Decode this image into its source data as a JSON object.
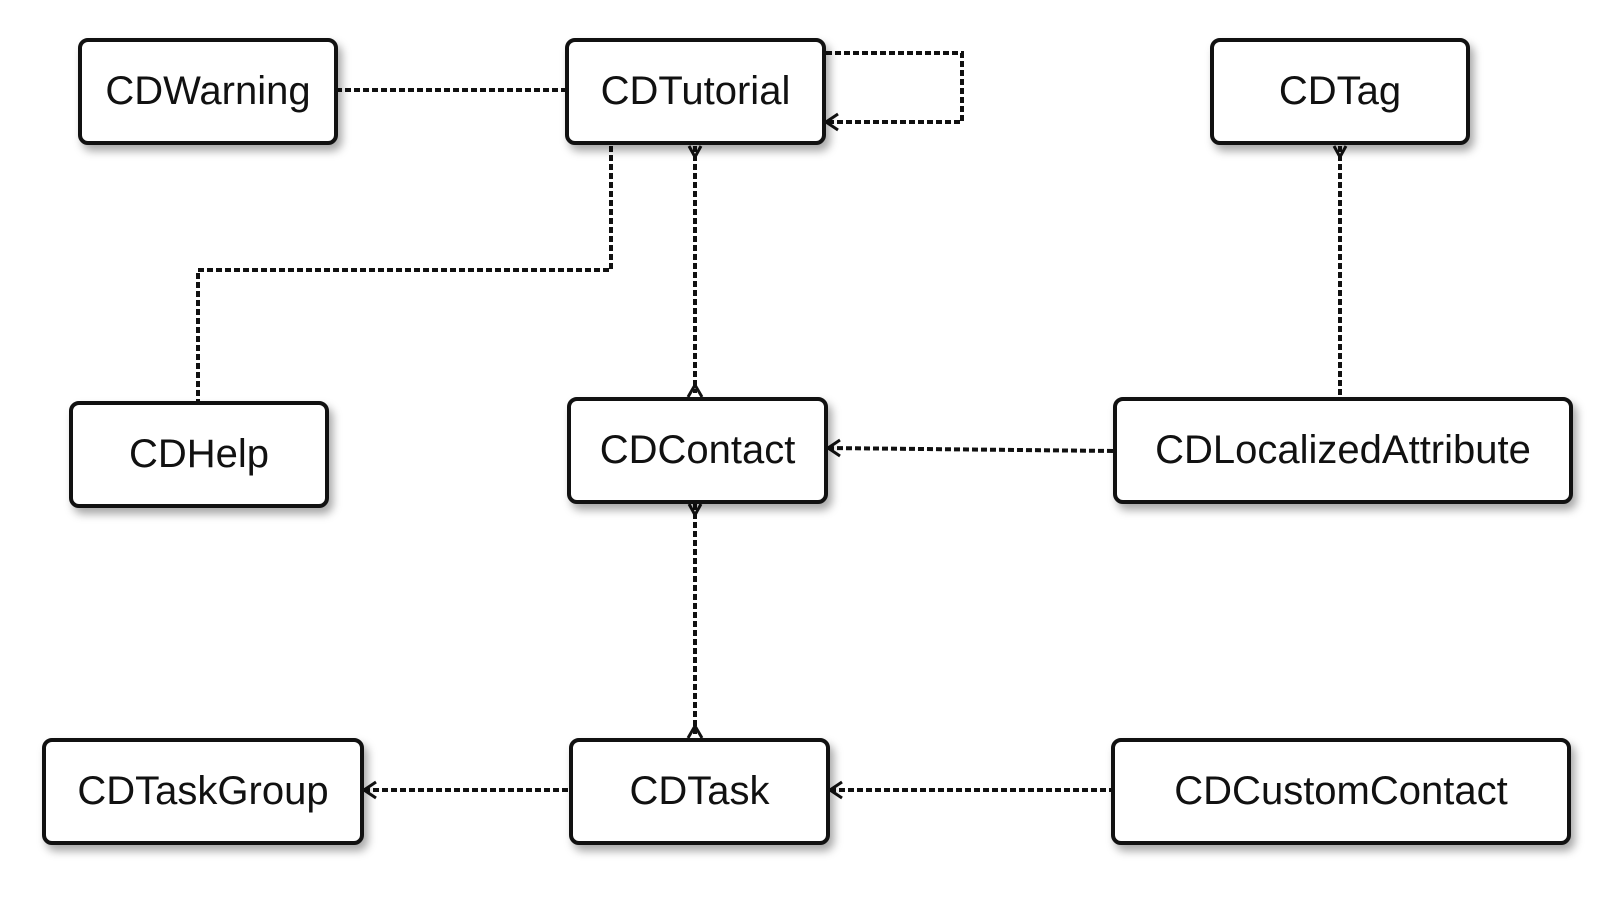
{
  "diagram": {
    "entities": [
      {
        "id": "warning",
        "label": "CDWarning"
      },
      {
        "id": "tutorial",
        "label": "CDTutorial"
      },
      {
        "id": "tag",
        "label": "CDTag"
      },
      {
        "id": "help",
        "label": "CDHelp"
      },
      {
        "id": "contact",
        "label": "CDContact"
      },
      {
        "id": "localized_attribute",
        "label": "CDLocalizedAttribute"
      },
      {
        "id": "task_group",
        "label": "CDTaskGroup"
      },
      {
        "id": "task",
        "label": "CDTask"
      },
      {
        "id": "custom_contact",
        "label": "CDCustomContact"
      }
    ],
    "relationships": [
      {
        "from": "CDWarning",
        "to": "CDTutorial"
      },
      {
        "from": "CDTutorial",
        "to": "CDTutorial"
      },
      {
        "from": "CDTutorial",
        "to": "CDHelp"
      },
      {
        "from": "CDTutorial",
        "to": "CDContact"
      },
      {
        "from": "CDTag",
        "to": "CDLocalizedAttribute"
      },
      {
        "from": "CDLocalizedAttribute",
        "to": "CDContact"
      },
      {
        "from": "CDContact",
        "to": "CDTask"
      },
      {
        "from": "CDTask",
        "to": "CDTaskGroup"
      },
      {
        "from": "CDCustomContact",
        "to": "CDTask"
      }
    ]
  }
}
